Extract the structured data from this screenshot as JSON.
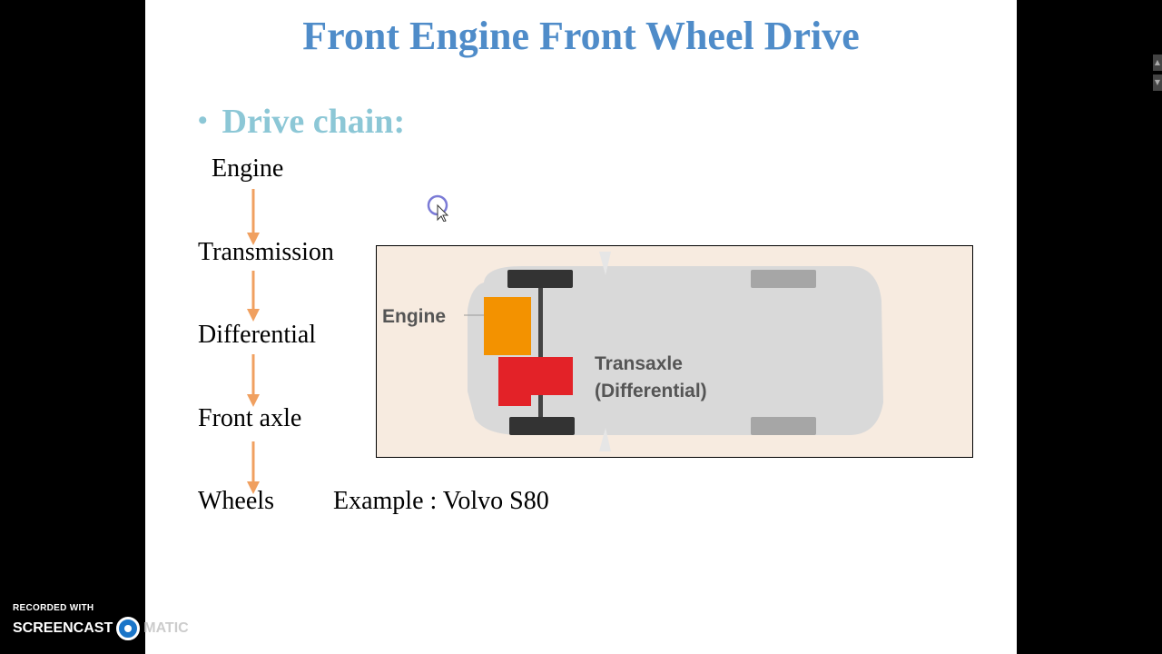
{
  "slide": {
    "title": "Front Engine Front Wheel Drive",
    "bullet": "Drive chain:",
    "chain": [
      "Engine",
      "Transmission",
      "Differential",
      "Front axle",
      "Wheels"
    ],
    "example": "Example : Volvo S80"
  },
  "diagram": {
    "engine_label": "Engine",
    "transaxle_label_line1": "Transaxle",
    "transaxle_label_line2": "(Differential)",
    "colors": {
      "engine": "#f39200",
      "transaxle": "#e32228",
      "body": "#d9d9d9",
      "background": "#f7ebe0"
    }
  },
  "watermark": {
    "recorded_with": "RECORDED WITH",
    "brand_left": "SCREENCAST",
    "brand_right": "MATIC"
  },
  "colors": {
    "title": "#4f8cc9",
    "bullet": "#8cc7d6",
    "arrow": "#f0a060"
  }
}
